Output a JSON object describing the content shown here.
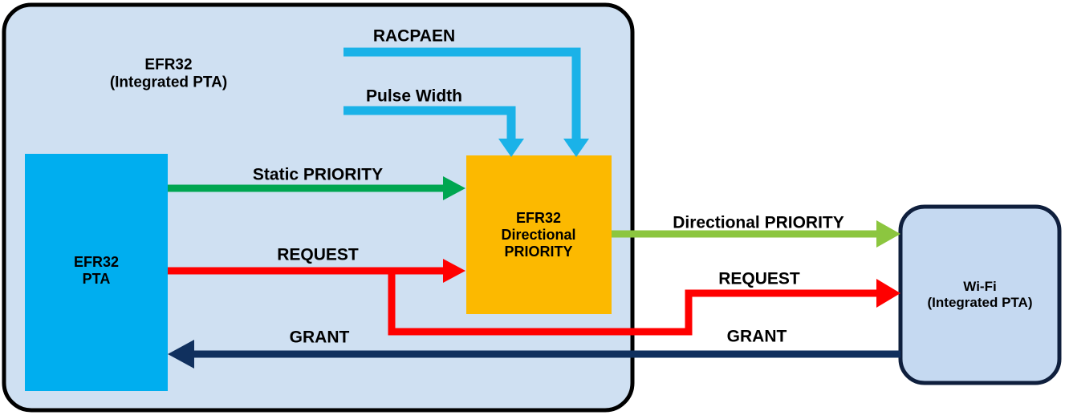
{
  "diagram": {
    "title": "EFR32 PTA Directional Priority",
    "type": "block-diagram",
    "colors": {
      "container_fill": "#cfe0f2",
      "container_stroke": "#000000",
      "efr32_pta_fill": "#00aeef",
      "directional_fill": "#fcb900",
      "wifi_fill": "#c5d9f1",
      "wifi_stroke": "#0f1f3d",
      "cyan_signal": "#1ab2e8",
      "green_static": "#00a651",
      "green_directional": "#8cc63f",
      "red_request": "#ff0000",
      "navy_grant": "#10305e"
    }
  },
  "containers": {
    "efr32_outer": {
      "label_line1": "EFR32",
      "label_line2": "(Integrated PTA)"
    }
  },
  "blocks": [
    {
      "id": "efr32-pta",
      "name": "EFR32 PTA block",
      "label_line1": "EFR32",
      "label_line2": "PTA",
      "fill": "#00aeef"
    },
    {
      "id": "efr32-directional-priority",
      "name": "EFR32 Directional PRIORITY block",
      "label_line1": "EFR32",
      "label_line2": "Directional",
      "label_line3": "PRIORITY",
      "fill": "#fcb900"
    },
    {
      "id": "wifi",
      "name": "Wi-Fi block",
      "label_line1": "Wi-Fi",
      "label_line2": "(Integrated PTA)",
      "fill": "#c5d9f1"
    }
  ],
  "signals": [
    {
      "id": "racpaen",
      "label": "RACPAEN",
      "color": "#1ab2e8",
      "from": "external-config",
      "to": "efr32-directional-priority"
    },
    {
      "id": "pulse-width",
      "label": "Pulse Width",
      "color": "#1ab2e8",
      "from": "external-config",
      "to": "efr32-directional-priority"
    },
    {
      "id": "static-priority",
      "label": "Static PRIORITY",
      "color": "#00a651",
      "from": "efr32-pta",
      "to": "efr32-directional-priority"
    },
    {
      "id": "request-internal",
      "label": "REQUEST",
      "color": "#ff0000",
      "from": "efr32-pta",
      "to": "efr32-directional-priority"
    },
    {
      "id": "directional-priority",
      "label": "Directional PRIORITY",
      "color": "#8cc63f",
      "from": "efr32-directional-priority",
      "to": "wifi"
    },
    {
      "id": "request-external",
      "label": "REQUEST",
      "color": "#ff0000",
      "from": "efr32-pta",
      "to": "wifi"
    },
    {
      "id": "grant",
      "label": "GRANT",
      "color": "#10305e",
      "from": "wifi",
      "to": "efr32-pta"
    }
  ],
  "labels": {
    "outer_title_l1": "EFR32",
    "outer_title_l2": "(Integrated PTA)",
    "racpaen": "RACPAEN",
    "pulse_width": "Pulse Width",
    "static_priority": "Static PRIORITY",
    "request_left": "REQUEST",
    "grant_left": "GRANT",
    "directional_priority": "Directional PRIORITY",
    "request_right": "REQUEST",
    "grant_right": "GRANT",
    "efr32_pta_l1": "EFR32",
    "efr32_pta_l2": "PTA",
    "dir_pri_l1": "EFR32",
    "dir_pri_l2": "Directional",
    "dir_pri_l3": "PRIORITY",
    "wifi_l1": "Wi-Fi",
    "wifi_l2": "(Integrated PTA)"
  }
}
